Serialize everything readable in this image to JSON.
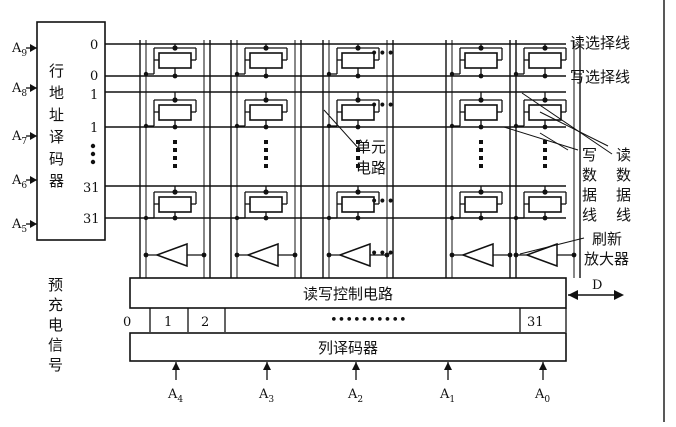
{
  "decoder": {
    "label_chars": [
      "行",
      "地",
      "址",
      "译",
      "码",
      "器"
    ],
    "outputs": {
      "first": "0",
      "second": "0",
      "third": "1",
      "fourth": "1",
      "last": "31",
      "last_bottom": "31"
    },
    "inputs": [
      {
        "base": "A",
        "sub": "9"
      },
      {
        "base": "A",
        "sub": "8"
      },
      {
        "base": "A",
        "sub": "7"
      },
      {
        "base": "A",
        "sub": "6"
      },
      {
        "base": "A",
        "sub": "5"
      }
    ]
  },
  "lines": {
    "read_select": "读选择线",
    "write_select": "写选择线",
    "write_data_chars": [
      "写",
      "数",
      "据",
      "线"
    ],
    "read_data_chars": [
      "读",
      "数",
      "据",
      "线"
    ]
  },
  "cell": {
    "label_line1": "单元",
    "label_line2": "电路"
  },
  "ellipsis": "•••",
  "refresh_amp": {
    "line1": "刷新",
    "line2": "放大器"
  },
  "precharge_chars": [
    "预",
    "充",
    "电",
    "信",
    "号"
  ],
  "rw_control": {
    "label": "读写控制电路",
    "data_port": "D"
  },
  "column_index": {
    "c0": "0",
    "c1": "1",
    "c2": "2",
    "dots": "••••••••••",
    "c31": "31"
  },
  "column_decoder": {
    "label": "列译码器"
  },
  "column_inputs": [
    {
      "base": "A",
      "sub": "4"
    },
    {
      "base": "A",
      "sub": "3"
    },
    {
      "base": "A",
      "sub": "2"
    },
    {
      "base": "A",
      "sub": "1"
    },
    {
      "base": "A",
      "sub": "0"
    }
  ]
}
